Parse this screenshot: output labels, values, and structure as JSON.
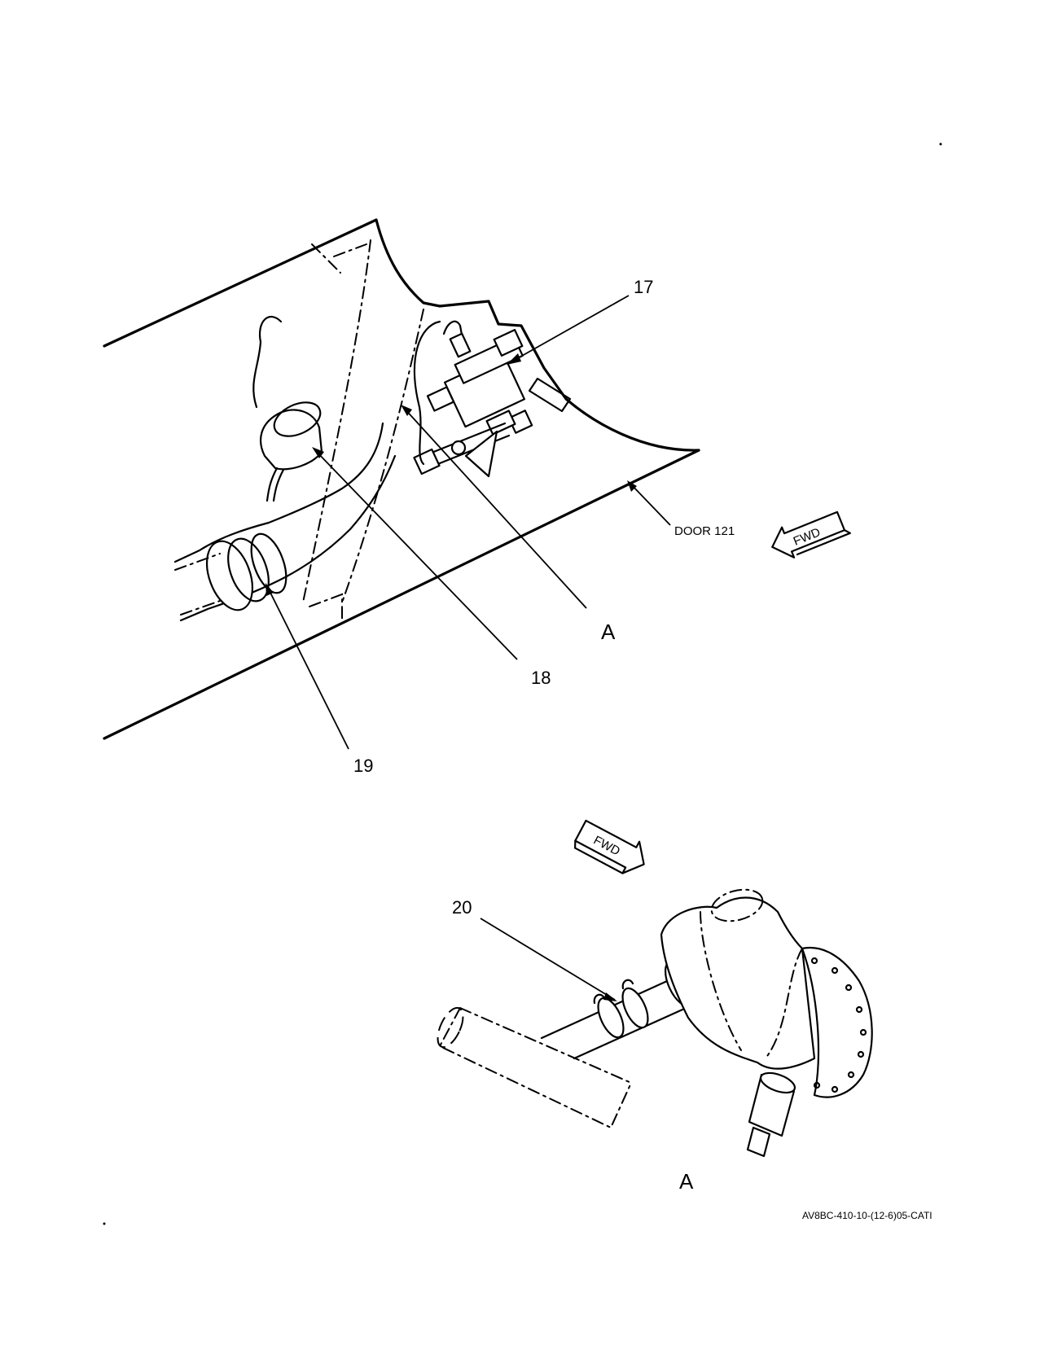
{
  "callouts": {
    "c17": "17",
    "c18": "18",
    "c19": "19",
    "c20": "20",
    "detail_ref": "A",
    "detail_title": "A"
  },
  "labels": {
    "door": "DOOR 121",
    "fwd_upper": "FWD",
    "fwd_lower": "FWD"
  },
  "figure_id": "AV8BC-410-10-(12-6)05-CATI"
}
